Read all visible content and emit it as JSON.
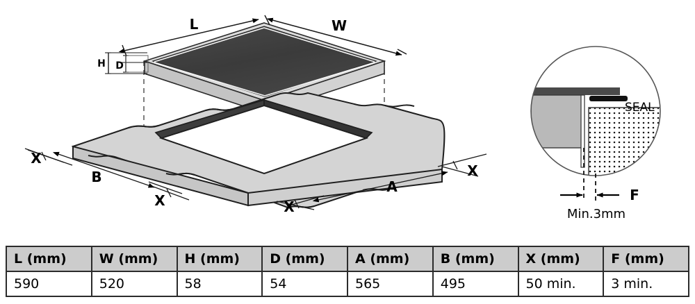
{
  "diagram": {
    "title_hidden": "",
    "cooktop": {
      "name": "induction-cooktop",
      "glass_color": "#3d3d3d",
      "frame_color": "#d9d9d9",
      "edge_color": "#b3b3b3"
    },
    "countertop": {
      "name": "worktop-with-cutout",
      "top_color": "#d2d2d2",
      "side_color": "#c9c9c9",
      "cutout_edge_color": "#3b3b3b"
    },
    "dimension_labels": {
      "length": "L",
      "width": "W",
      "height": "H",
      "depth": "D",
      "cutout_length": "A",
      "cutout_width": "B",
      "clearance_top_left": "X",
      "clearance_bottom_left": "X",
      "clearance_bottom_right": "X",
      "clearance_right": "X",
      "flange": "F"
    }
  },
  "detail_circle": {
    "name": "seal-detail-view",
    "seal_label": "SEAL",
    "min_gap_label": "Min.3mm",
    "flange_label": "F",
    "colors": {
      "glass_edge": "#4a4a4a",
      "body": "#b8b8b8",
      "seal": "#111111",
      "worktop_fill": "#fdfdfd",
      "circle_stroke": "#555555"
    }
  },
  "spec_table": {
    "name": "dimensions-table",
    "headers": [
      "L (mm)",
      "W (mm)",
      "H (mm)",
      "D (mm)",
      "A (mm)",
      "B (mm)",
      "X (mm)",
      "F (mm)"
    ],
    "rows": [
      [
        "590",
        "520",
        "58",
        "54",
        "565",
        "495",
        "50 min.",
        "3 min."
      ]
    ]
  }
}
